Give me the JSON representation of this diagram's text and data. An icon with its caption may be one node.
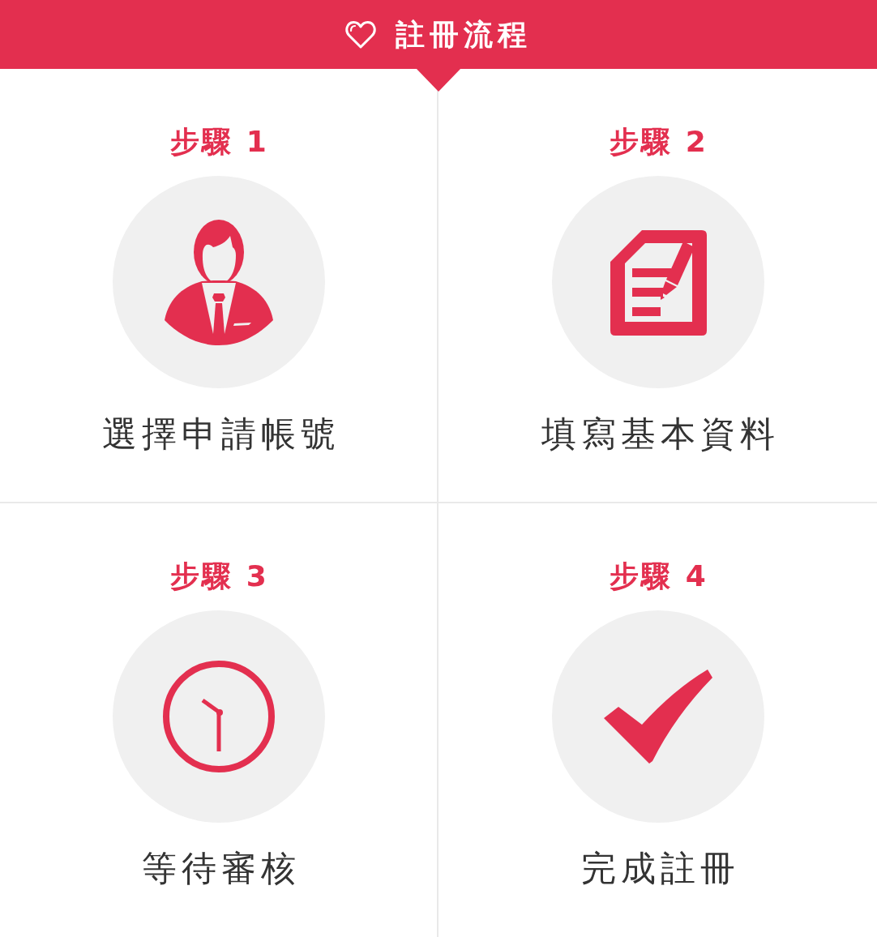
{
  "diagram": {
    "title": "註冊流程",
    "nodes": [
      {
        "text": [
          "步驟 1",
          "選擇申請帳號"
        ]
      },
      {
        "text": [
          "步驟 2",
          "填寫基本資料"
        ]
      },
      {
        "text": [
          "步驟 3",
          "等待審核"
        ]
      },
      {
        "text": [
          "步驟 4",
          "完成註冊"
        ]
      }
    ]
  }
}
